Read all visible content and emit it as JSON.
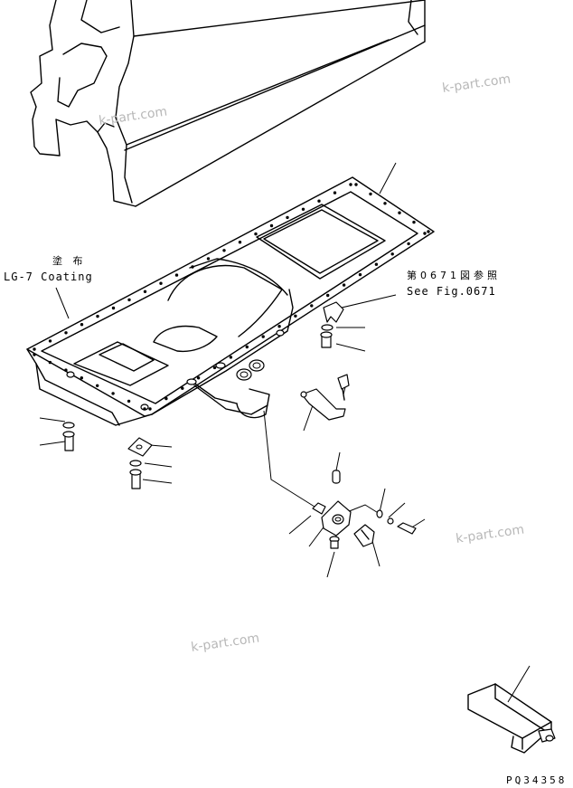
{
  "labels": {
    "coating_jp": "塗 布",
    "coating_en": "LG-7 Coating",
    "ref_jp": "第0671図参照",
    "ref_en": "See Fig.0671"
  },
  "watermarks": [
    "k-part.com",
    "k-part.com",
    "k-part.com",
    "k-part.com"
  ],
  "drawing_code": "PQ34358"
}
